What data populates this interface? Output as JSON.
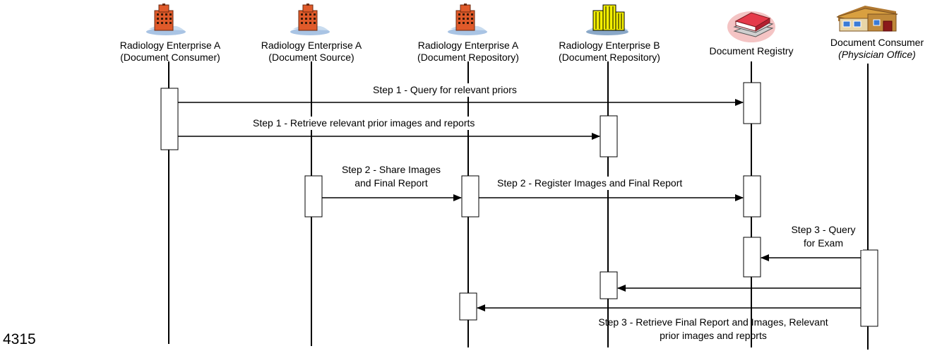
{
  "actors": [
    {
      "line1": "Radiology Enterprise A",
      "line2": "(Document Consumer)",
      "icon": "red-building-icon"
    },
    {
      "line1": "Radiology Enterprise A",
      "line2": "(Document Source)",
      "icon": "red-building-icon"
    },
    {
      "line1": "Radiology Enterprise A",
      "line2": "(Document Repository)",
      "icon": "red-building-icon"
    },
    {
      "line1": "Radiology Enterprise B",
      "line2": "(Document Repository)",
      "icon": "yellow-building-icon"
    },
    {
      "line1": "Document Registry",
      "line2": "",
      "icon": "book-stack-icon"
    },
    {
      "line1": "Document Consumer",
      "line2": "(Physician Office)",
      "icon": "house-icon"
    }
  ],
  "messages": {
    "m1": "Step 1 - Query for relevant priors",
    "m2": "Step 1 - Retrieve relevant prior images and reports",
    "m3_line1": "Step 2 - Share Images",
    "m3_line2": "and Final Report",
    "m4": "Step 2 - Register Images and Final Report",
    "m5_line1": "Step 3 - Query",
    "m5_line2": "for Exam",
    "m6_line1": "Step 3 - Retrieve Final Report and Images, Relevant",
    "m6_line2": "prior images and reports"
  },
  "line_number": "4315"
}
